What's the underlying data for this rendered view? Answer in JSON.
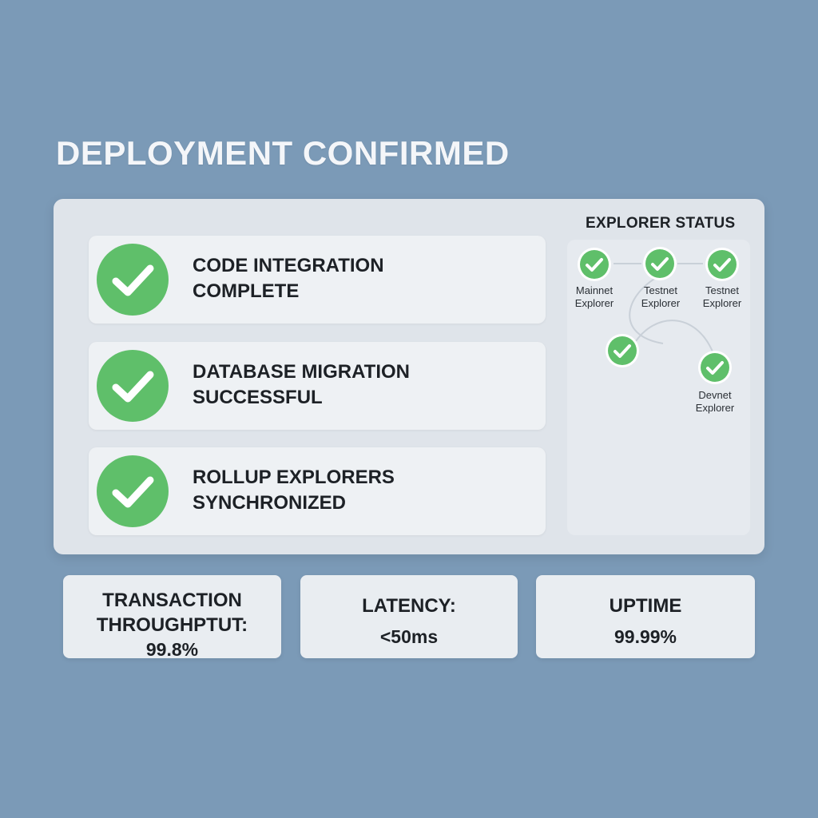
{
  "page": {
    "title": "DEPLOYMENT CONFIRMED"
  },
  "steps": [
    {
      "line1": "CODE INTEGRATION",
      "line2": "COMPLETE",
      "icon": "check-circle-icon"
    },
    {
      "line1": "DATABASE MIGRATION",
      "line2": "SUCCESSFUL",
      "icon": "check-circle-icon"
    },
    {
      "line1": "ROLLUP EXPLORERS",
      "line2": "SYNCHRONIZED",
      "icon": "check-circle-icon"
    }
  ],
  "explorer_status": {
    "title": "EXPLORER STATUS",
    "nodes": [
      {
        "line1": "Mainnet",
        "line2": "Explorer"
      },
      {
        "line1": "Testnet",
        "line2": "Explorer"
      },
      {
        "line1": "Testnet",
        "line2": "Explorer"
      },
      {
        "line1": "",
        "line2": ""
      },
      {
        "line1": "Devnet",
        "line2": "Explorer"
      }
    ]
  },
  "metrics": [
    {
      "line1": "TRANSACTION",
      "line2": "THROUGHPTUT:",
      "value": "99.8%"
    },
    {
      "line1": "LATENCY:",
      "value": "<50ms"
    },
    {
      "line1": "UPTIME",
      "value": "99.99%"
    }
  ],
  "colors": {
    "background": "#7b9ab7",
    "success": "#5fbf6a",
    "panel": "#dfe4ea"
  }
}
